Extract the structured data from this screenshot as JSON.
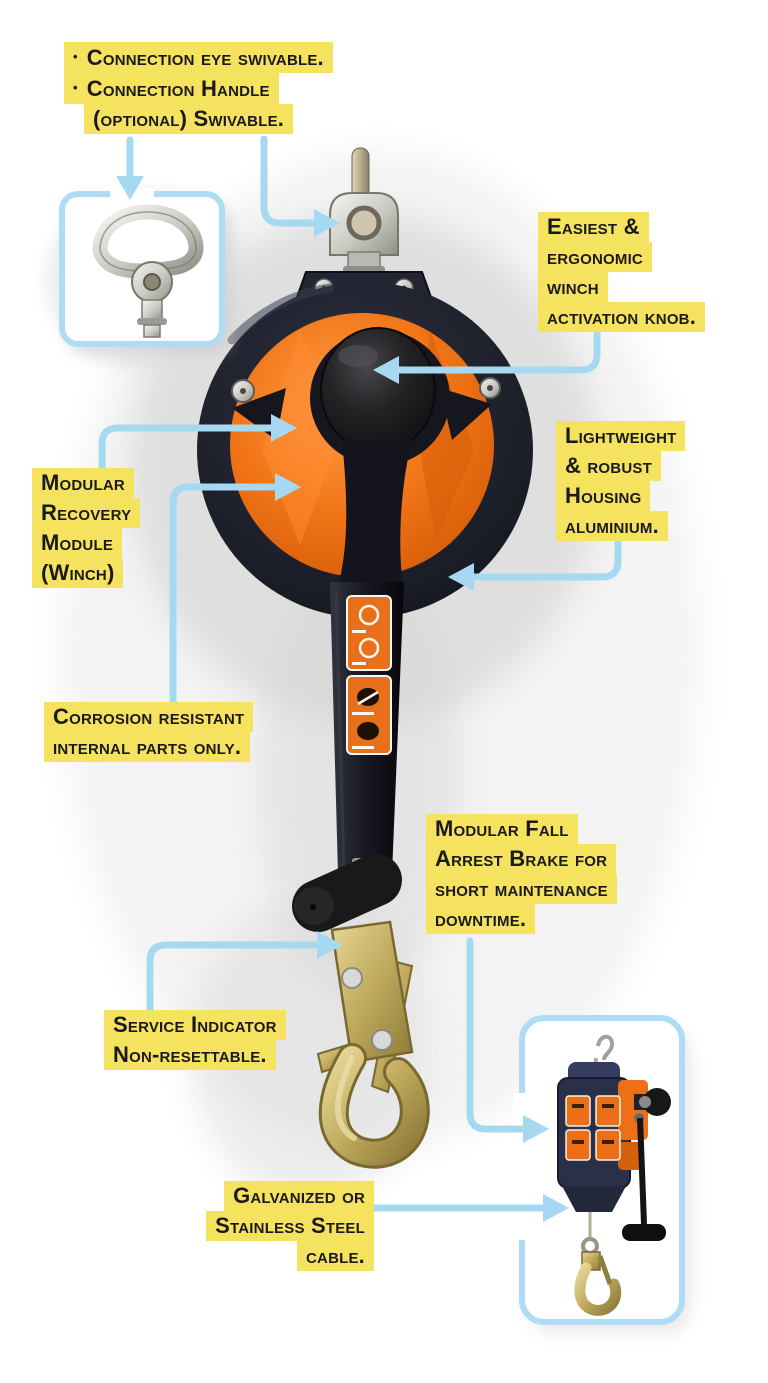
{
  "style": {
    "highlight_color": "#f5e25f",
    "arrow_color": "#a6d9f1",
    "inset_border_color": "#aedcf4",
    "text_color": "#1a1a1e",
    "device_orange": "#f17417",
    "device_dark": "#1a1c26",
    "hook_gold": "#bfa95c"
  },
  "callouts": {
    "connection": {
      "bullet": "•",
      "lines": [
        "Connection eye swivable.",
        "Connection Handle",
        "(optional) Swivable."
      ]
    },
    "winch_knob": {
      "lines": [
        "Easiest &",
        "ergonomic",
        "winch",
        "activation knob."
      ]
    },
    "housing": {
      "lines": [
        "Lightweight",
        "& robust",
        "Housing",
        "aluminium."
      ]
    },
    "recovery_module": {
      "lines": [
        "Modular",
        "Recovery",
        "Module",
        "(Winch)"
      ]
    },
    "corrosion": {
      "lines": [
        "Corrosion resistant",
        "internal parts only."
      ]
    },
    "fall_arrest": {
      "lines": [
        "Modular Fall",
        "Arrest Brake for",
        "short maintenance",
        "downtime."
      ]
    },
    "service_indicator": {
      "lines": [
        "Service Indicator",
        "Non-resettable."
      ]
    },
    "cable": {
      "lines": [
        "Galvanized or",
        "Stainless Steel",
        "cable."
      ]
    }
  },
  "icons": {
    "arrows": [
      "arrow-down-to-swivel-inset",
      "arrow-to-connection-eye",
      "arrow-to-activation-knob",
      "arrow-to-housing",
      "arrow-to-recovery-module",
      "arrow-to-internal-parts",
      "arrow-to-service-indicator",
      "arrow-to-fall-arrest-brake",
      "arrow-to-cable"
    ]
  }
}
